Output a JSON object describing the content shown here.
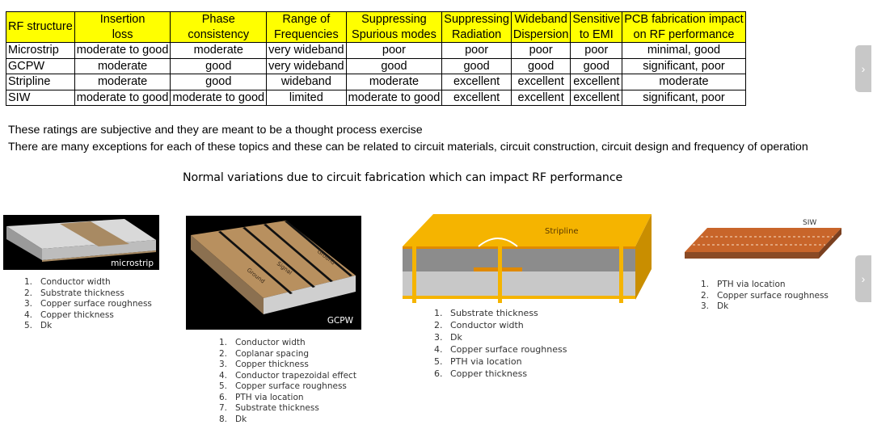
{
  "table": {
    "headers": [
      [
        "",
        "RF structure"
      ],
      [
        "Insertion",
        "loss"
      ],
      [
        "Phase",
        "consistency"
      ],
      [
        "Range of",
        "Frequencies"
      ],
      [
        "Suppressing",
        "Spurious modes"
      ],
      [
        "Suppressing",
        "Radiation"
      ],
      [
        "Wideband",
        "Dispersion"
      ],
      [
        "Sensitive",
        "to EMI"
      ],
      [
        "PCB fabrication impact",
        "on RF performance"
      ]
    ],
    "rows": [
      [
        "Microstrip",
        "moderate to good",
        "moderate",
        "very wideband",
        "poor",
        "poor",
        "poor",
        "poor",
        "minimal, good"
      ],
      [
        "GCPW",
        "moderate",
        "good",
        "very wideband",
        "good",
        "good",
        "good",
        "good",
        "significant, poor"
      ],
      [
        "Stripline",
        "moderate",
        "good",
        "wideband",
        "moderate",
        "excellent",
        "excellent",
        "excellent",
        "moderate"
      ],
      [
        "SIW",
        "moderate to good",
        "moderate to good",
        "limited",
        "moderate to good",
        "excellent",
        "excellent",
        "excellent",
        "significant, poor"
      ]
    ],
    "header_color": "#ffff00"
  },
  "notes": [
    "These ratings are subjective and they are meant to be a thought process exercise",
    "There are many exceptions for each of these topics and these can be related to circuit materials, circuit construction, circuit design and frequency of operation"
  ],
  "subtitle": "Normal variations due to circuit fabrication which can impact RF performance",
  "figures": {
    "microstrip": {
      "label": "microstrip",
      "items": [
        "Conductor width",
        "Substrate thickness",
        "Copper surface roughness",
        "Copper thickness",
        "Dk"
      ]
    },
    "gcpw": {
      "label": "GCPW",
      "signal_label": "Signal",
      "ground_label": "Ground",
      "items": [
        "Conductor width",
        "Coplanar spacing",
        "Copper thickness",
        "Conductor trapezoidal effect",
        "Copper surface roughness",
        "PTH via location",
        "Substrate thickness",
        "Dk"
      ]
    },
    "stripline": {
      "label": "Stripline",
      "items": [
        "Substrate thickness",
        "Conductor width",
        "Dk",
        "Copper surface roughness",
        "PTH via location",
        "Copper thickness"
      ]
    },
    "siw": {
      "label": "SIW",
      "items": [
        "PTH via location",
        "Copper surface roughness",
        "Dk"
      ]
    }
  },
  "slider": {
    "next_icon": "chevron-right-icon",
    "glyph": "›"
  },
  "colors": {
    "copper": "#b8905f",
    "stripline_gold": "#f5b400",
    "siw_copper": "#c8652a"
  }
}
